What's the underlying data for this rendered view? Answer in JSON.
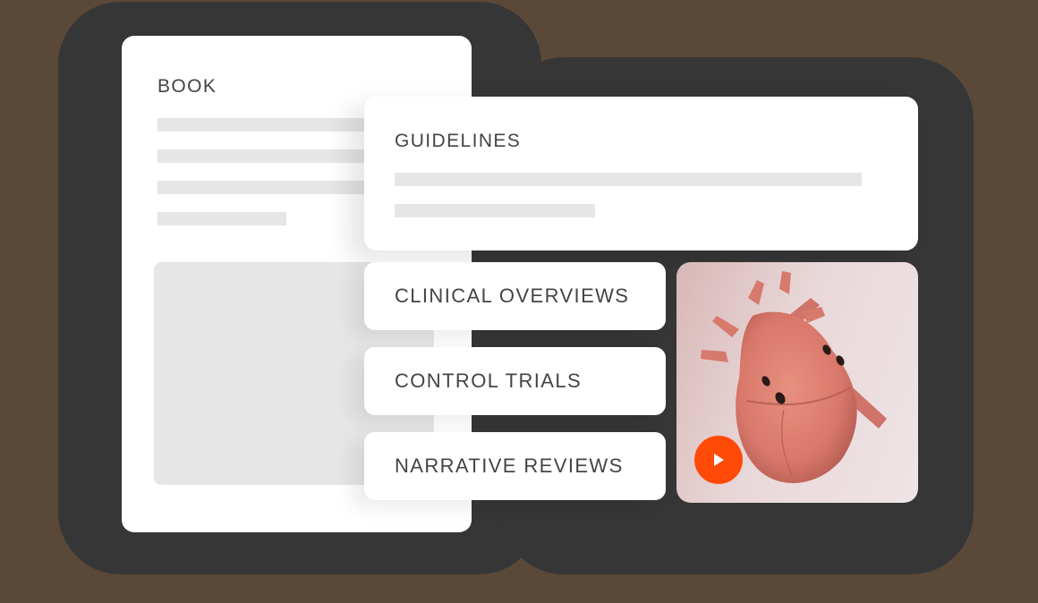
{
  "cards": {
    "book": {
      "title": "BOOK",
      "text_placeholder_lines": 4,
      "has_image_placeholder": true
    },
    "guidelines": {
      "title": "GUIDELINES",
      "text_placeholder_lines": 2
    },
    "tiles": [
      {
        "label": "CLINICAL OVERVIEWS"
      },
      {
        "label": "CONTROL TRIALS"
      },
      {
        "label": "NARRATIVE REVIEWS"
      }
    ],
    "media": {
      "subject": "3D anatomical heart model",
      "play_icon": "play-icon"
    }
  },
  "colors": {
    "background": "#5a4838",
    "backdrop": "#363636",
    "card": "#ffffff",
    "placeholder": "#e6e6e6",
    "text": "#444444",
    "play_button": "#ff4a08",
    "heart": "#d9786a"
  }
}
